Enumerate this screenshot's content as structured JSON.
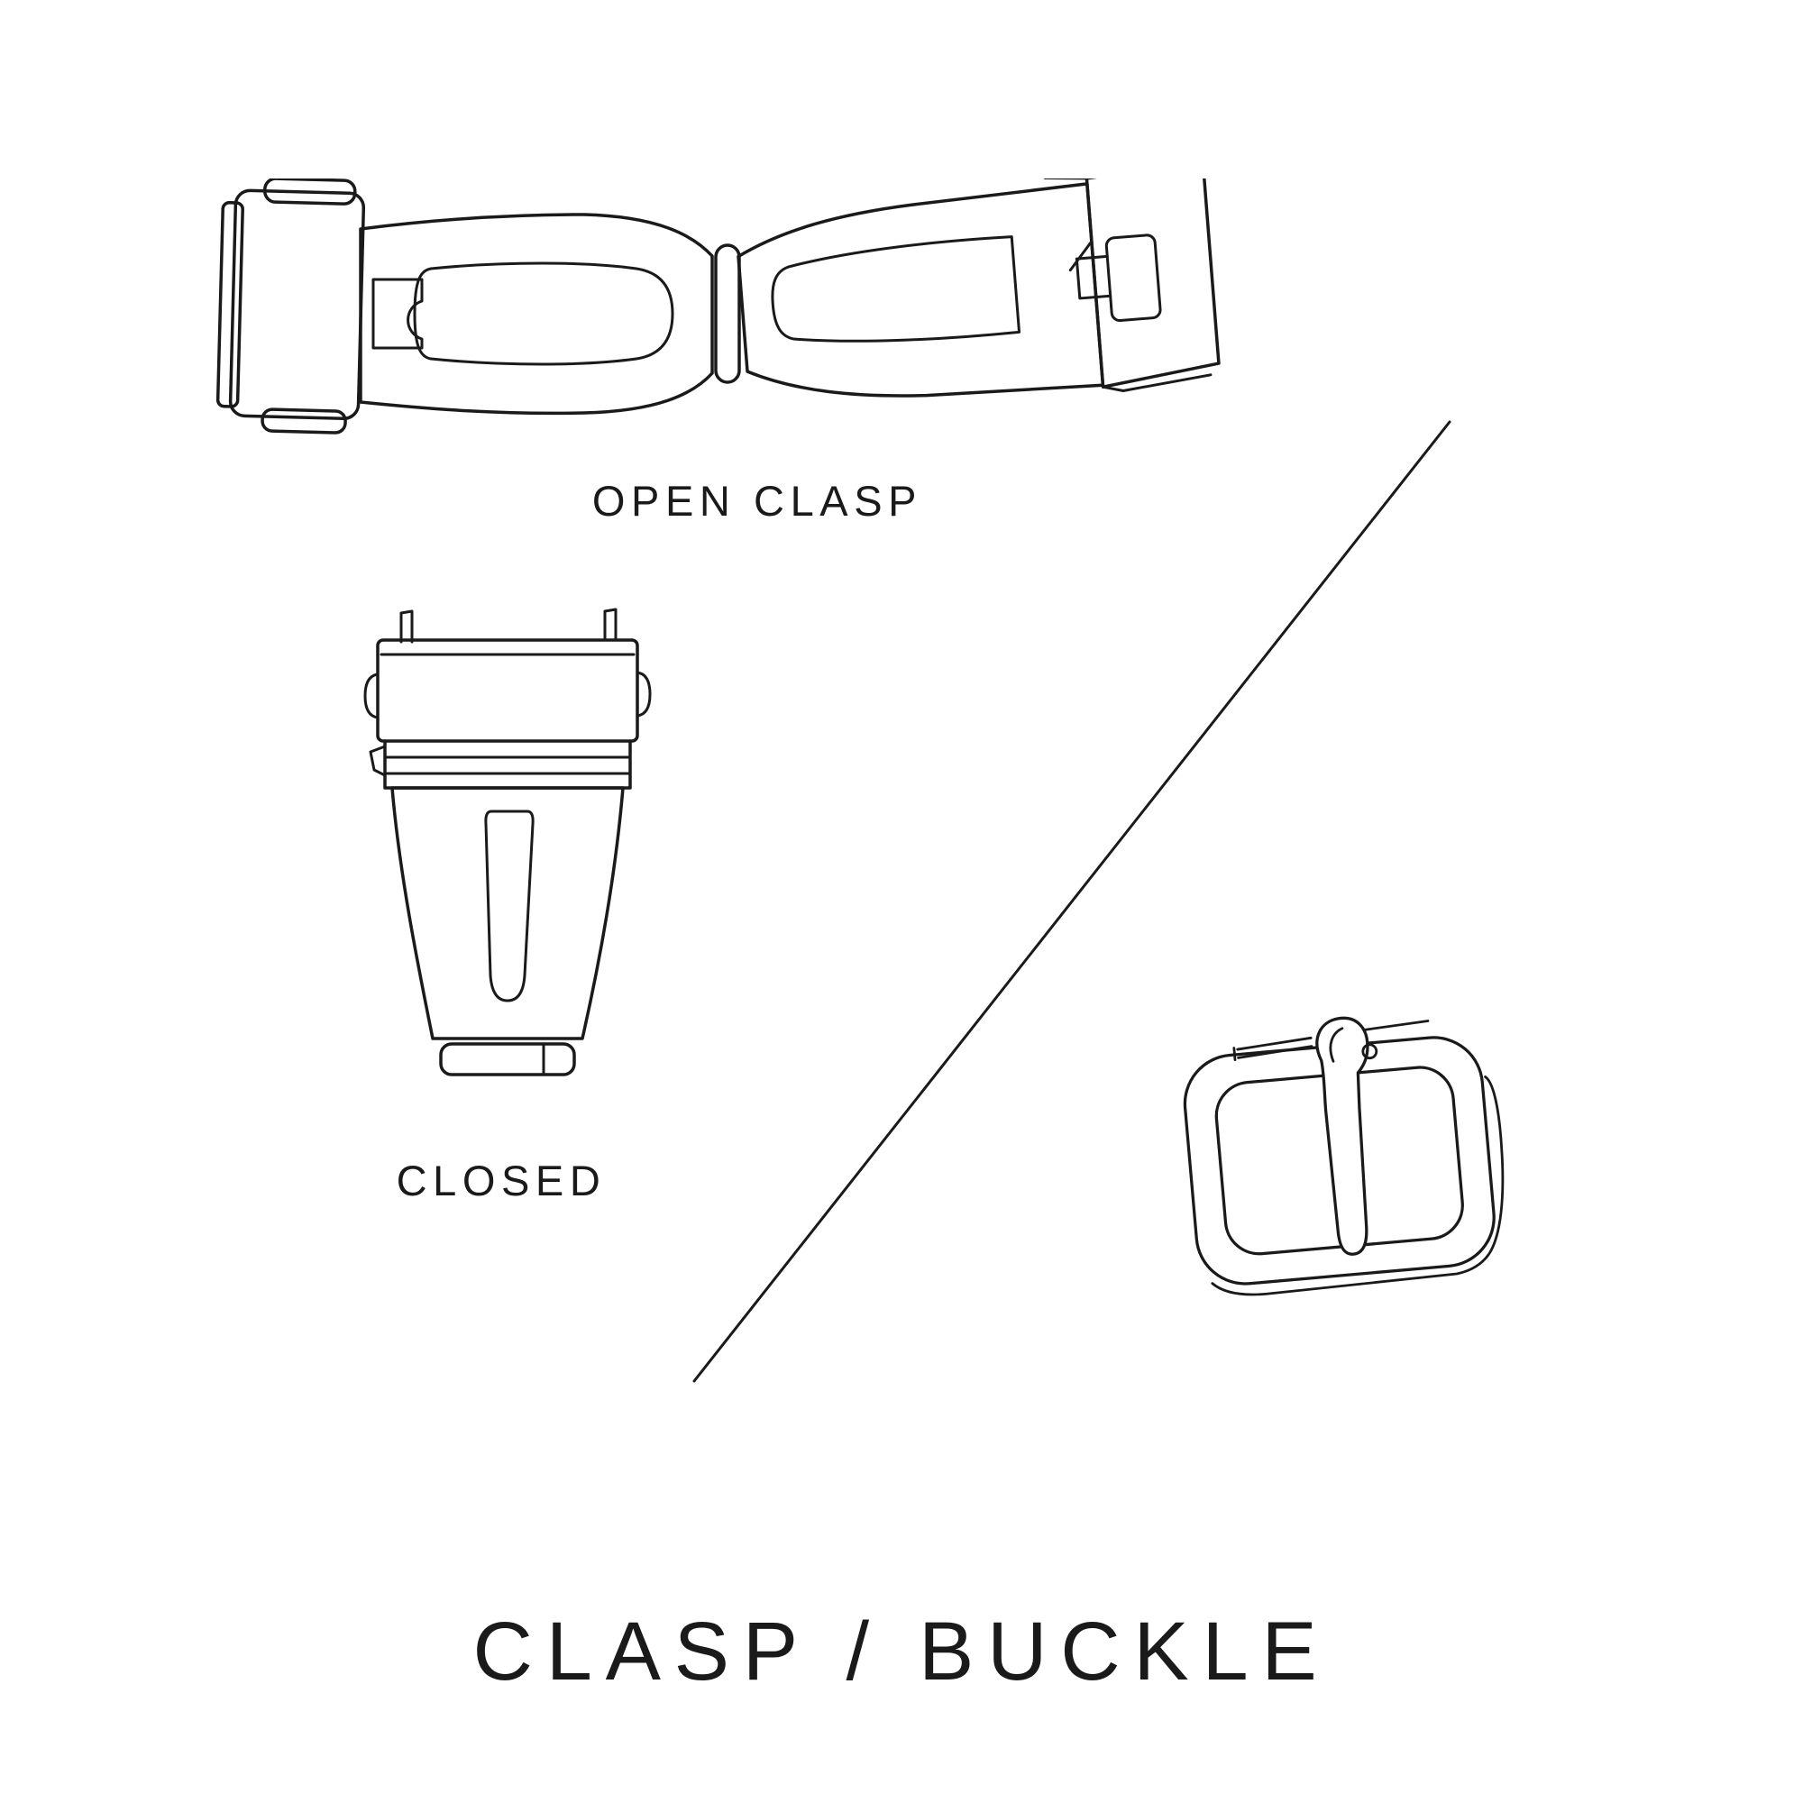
{
  "colors": {
    "background": "#ffffff",
    "line": "#1a1a1a",
    "text": "#1a1a1a"
  },
  "figures": {
    "open_clasp": {
      "label": "OPEN CLASP",
      "icon": "open-clasp-illustration"
    },
    "closed_clasp": {
      "label": "CLOSED",
      "icon": "closed-clasp-illustration"
    },
    "buckle": {
      "icon": "tang-buckle-illustration"
    },
    "divider": {
      "icon": "diagonal-divider-line"
    }
  },
  "title": {
    "text": "CLASP / BUCKLE"
  }
}
